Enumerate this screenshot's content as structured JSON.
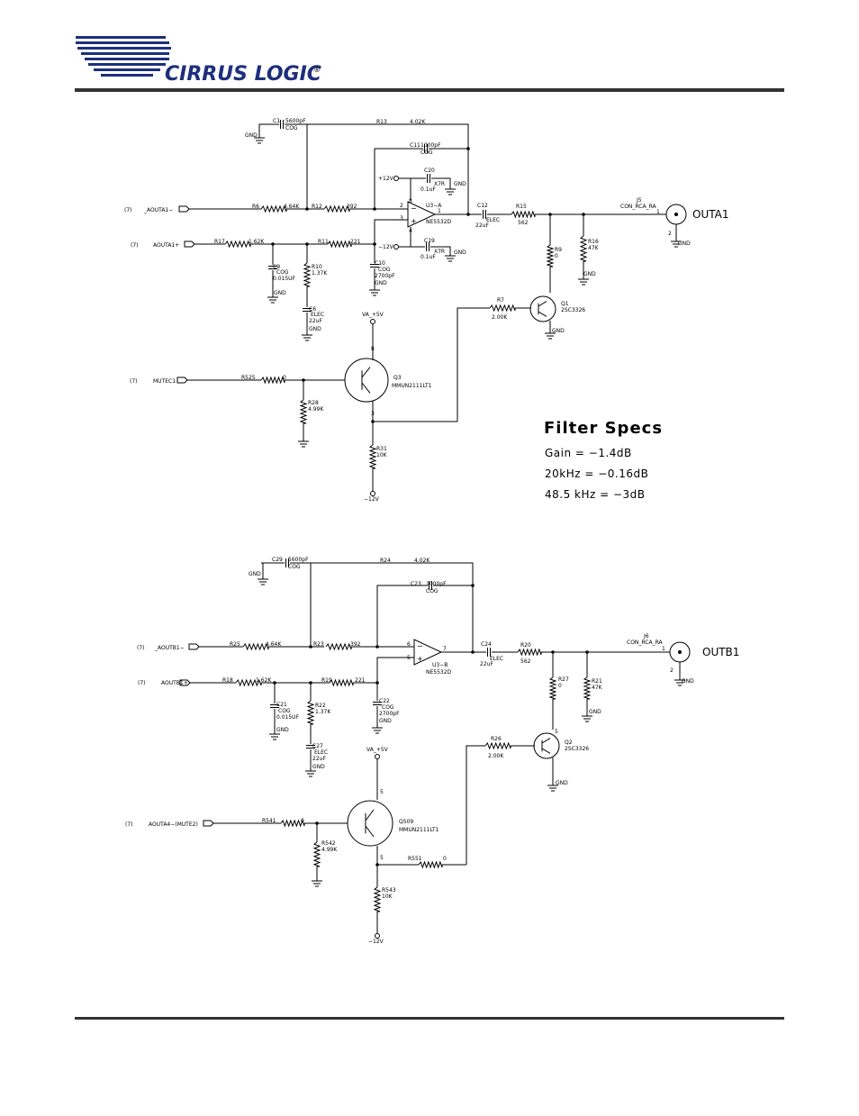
{
  "brand": {
    "logo_text": "CIRRUS LOGIC",
    "mark": "®",
    "color": "#1d2f7c"
  },
  "filter_specs": {
    "title": "Filter Specs",
    "lines": [
      "Gain  =  −1.4dB",
      "20kHz  =  −0.16dB",
      "48.5  kHz  =  −3dB"
    ]
  },
  "channel_a": {
    "output_label": "OUTA1",
    "ports": {
      "neg": "_AOUTA1−",
      "pos": "AOUTA1+",
      "mute": "MUTEC1",
      "ref": "(7)"
    },
    "c1": [
      "C1",
      "5600pF",
      "COG"
    ],
    "r13": [
      "R13",
      "4.02K"
    ],
    "c11": [
      "C11",
      "1000pF",
      "COG"
    ],
    "c20": [
      "C20",
      "0.1uF",
      "X7R"
    ],
    "c19": [
      "C19",
      "0.1uF",
      "X7R"
    ],
    "r6": [
      "R6",
      "4.64K"
    ],
    "r12": [
      "R12",
      "392"
    ],
    "r17": [
      "R17",
      "1.62K"
    ],
    "r11": [
      "R11",
      "221"
    ],
    "opamp": [
      "U3−A",
      "NE5532D"
    ],
    "pins": [
      "2",
      "3",
      "1",
      "8",
      "4"
    ],
    "c12": [
      "C12",
      "22uF",
      "ELEC"
    ],
    "r15": [
      "R15",
      "562"
    ],
    "j5": [
      "J5",
      "CON_RCA_RA",
      "1",
      "2"
    ],
    "r9": [
      "R9",
      "0"
    ],
    "r16": [
      "R16",
      "47K"
    ],
    "c9": [
      "C9",
      "COG",
      "0.015UF"
    ],
    "r10": [
      "R10",
      "1.37K"
    ],
    "c10": [
      "C10",
      "COG",
      "2700pF"
    ],
    "c6": [
      "C6",
      "ELEC",
      "22uF"
    ],
    "r7": [
      "R7",
      "2.00K"
    ],
    "q1": [
      "Q1",
      "2SC3326"
    ],
    "va": "VA_+5V",
    "r525": [
      "R525",
      "0"
    ],
    "q3": [
      "Q3",
      "MMUN2111LT1"
    ],
    "r28": [
      "R28",
      "4.99K"
    ],
    "r31": [
      "R31",
      "10K"
    ],
    "neg12": "−12V",
    "pos12": "+12V",
    "gnd": "GND"
  },
  "channel_b": {
    "output_label": "OUTB1",
    "ports": {
      "neg": "_AOUTB1−",
      "pos": "AOUTB1+",
      "mute": "AOUTA4−(MUTE2)",
      "ref": "(7)"
    },
    "c29": [
      "C29",
      "5600pF",
      "COG"
    ],
    "r24": [
      "R24",
      "4.02K"
    ],
    "c23": [
      "C23",
      "1000pF",
      "COG"
    ],
    "r25": [
      "R25",
      "4.64K"
    ],
    "r23": [
      "R23",
      "392"
    ],
    "r18": [
      "R18",
      "1.62K"
    ],
    "r19": [
      "R19",
      "221"
    ],
    "opamp": [
      "U3−B",
      "NE5532D"
    ],
    "pins": [
      "6",
      "5",
      "7"
    ],
    "c24": [
      "C24",
      "22uF",
      "ELEC"
    ],
    "r20": [
      "R20",
      "562"
    ],
    "j6": [
      "J6",
      "CON_RCA_RA",
      "1",
      "2"
    ],
    "r27": [
      "R27",
      "0"
    ],
    "r21": [
      "R21",
      "47K"
    ],
    "c21": [
      "C21",
      "COG",
      "0.015UF"
    ],
    "r22": [
      "R22",
      "1.37K"
    ],
    "c22": [
      "C22",
      "COG",
      "2700pF"
    ],
    "c27": [
      "C27",
      "ELEC",
      "22uF"
    ],
    "r26": [
      "R26",
      "2.00K"
    ],
    "q2": [
      "Q2",
      "2SC3326"
    ],
    "va": "VA_+5V",
    "r541": [
      "R541",
      "0"
    ],
    "q509": [
      "Q509",
      "MMUN2111LT1"
    ],
    "r542": [
      "R542",
      "4.99K"
    ],
    "r551": [
      "R551",
      "0"
    ],
    "r543": [
      "R543",
      "10K"
    ],
    "neg12": "−12V",
    "gnd": "GND"
  }
}
